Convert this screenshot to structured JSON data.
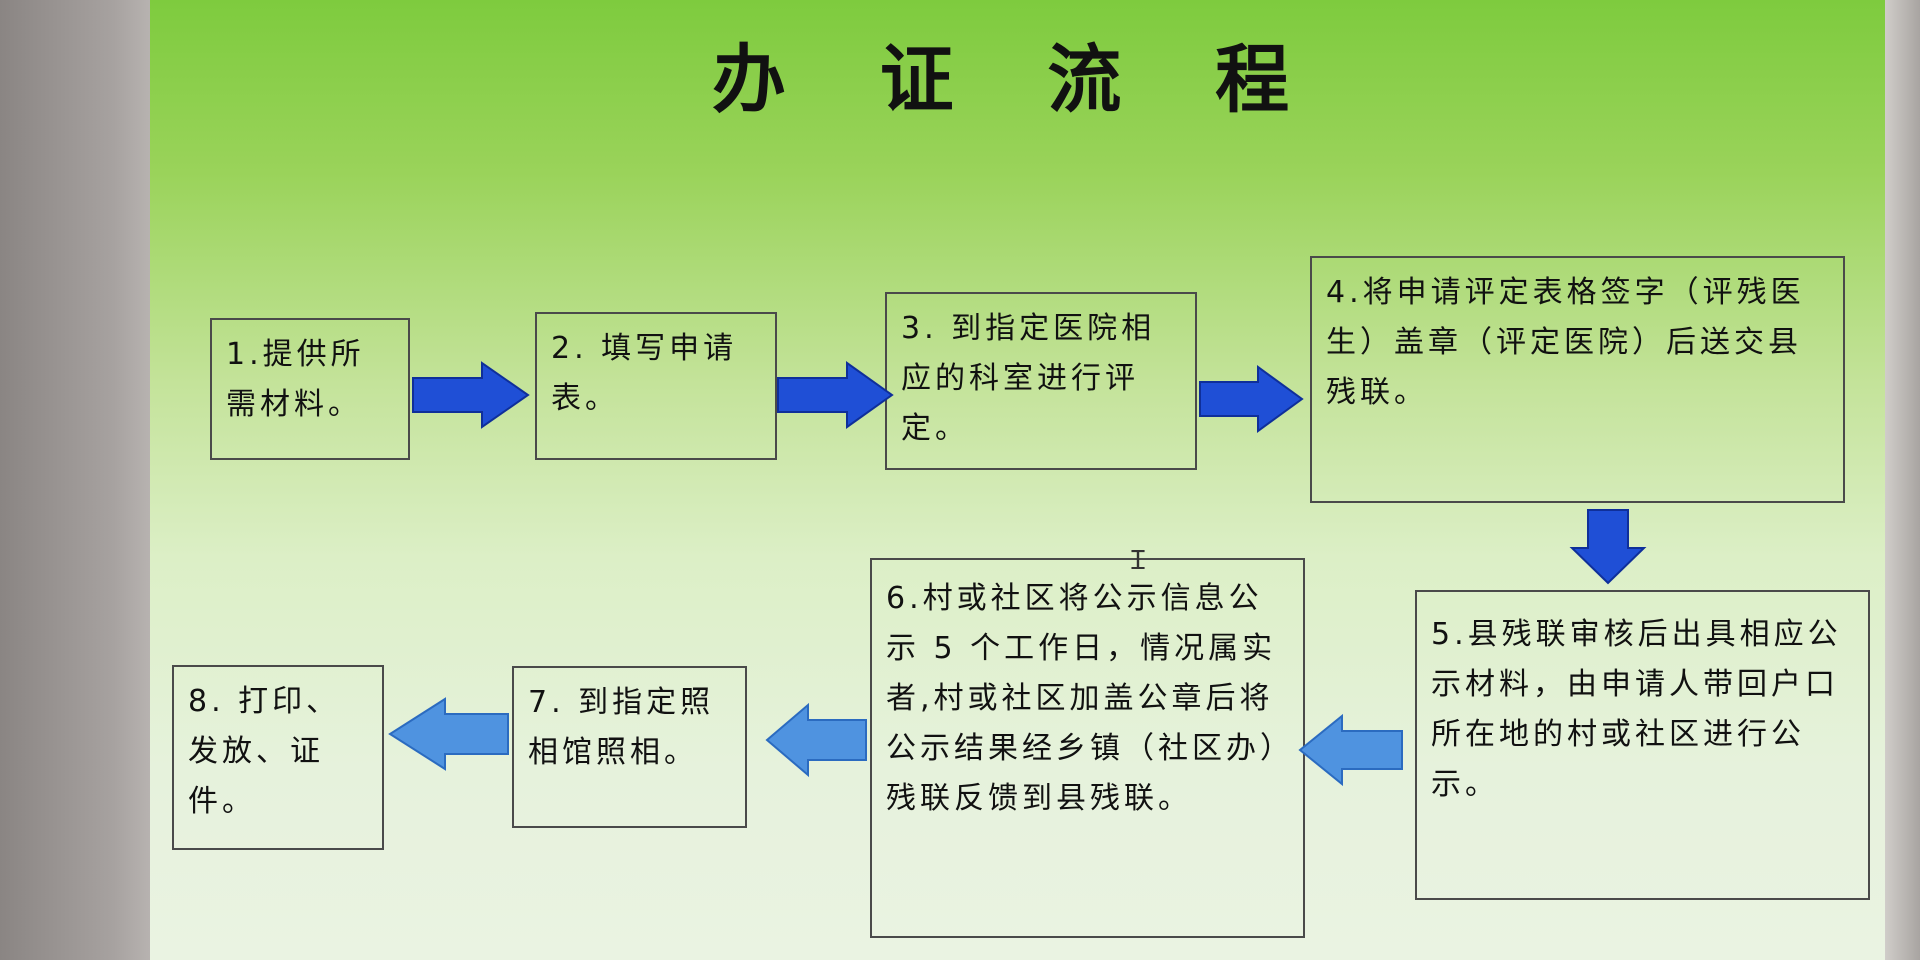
{
  "title": "办 证 流 程",
  "steps": [
    {
      "text": "1.提供所需材料。"
    },
    {
      "text": "2. 填写申请表。"
    },
    {
      "text": "3. 到指定医院相应的科室进行评定。"
    },
    {
      "text": "4.将申请评定表格签字（评残医生）盖章（评定医院）后送交县残联。"
    },
    {
      "text": "5.县残联审核后出具相应公示材料，由申请人带回户口所在地的村或社区进行公示。"
    },
    {
      "text": "6.村或社区将公示信息公示 5 个工作日，情况属实者,村或社区加盖公章后将公示结果经乡镇（社区办）残联反馈到县残联。"
    },
    {
      "text": "7. 到指定照相馆照相。"
    },
    {
      "text": "8. 打印、发放、证件。"
    }
  ],
  "colors": {
    "arrow_dark_blue": "#1f4fd6",
    "arrow_light_blue": "#4f93e0",
    "box_border": "#4a4a4a"
  }
}
